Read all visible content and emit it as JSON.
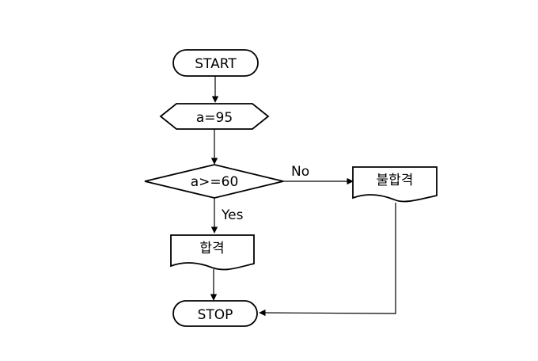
{
  "flowchart": {
    "start_label": "START",
    "input_label": "a=95",
    "decision_label": "a>=60",
    "yes_label": "Yes",
    "no_label": "No",
    "pass_label": "합격",
    "fail_label": "불합격",
    "stop_label": "STOP"
  },
  "colors": {
    "stroke": "#000000",
    "fill": "#ffffff",
    "text": "#000000"
  }
}
